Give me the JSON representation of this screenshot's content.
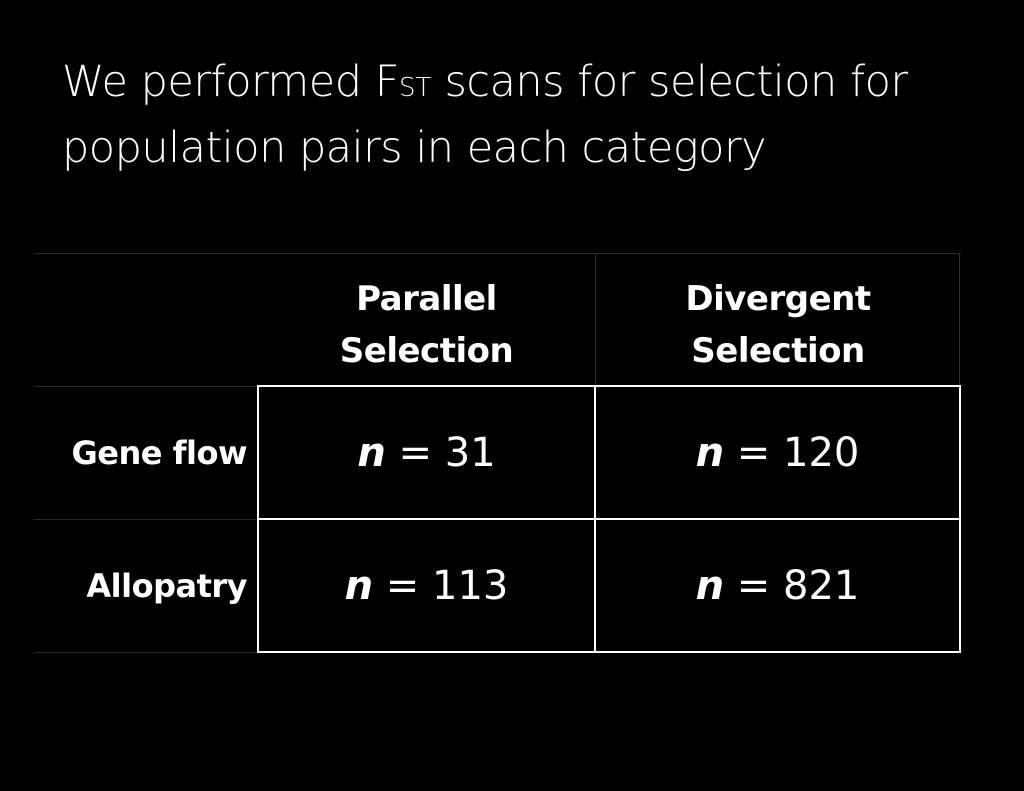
{
  "title": {
    "part1": "We performed F",
    "subscript": "ST",
    "part2": " scans for selection for population pairs in each category"
  },
  "table": {
    "columns": [
      {
        "line1": "Parallel",
        "line2": "Selection"
      },
      {
        "line1": "Divergent",
        "line2": "Selection"
      }
    ],
    "rows": [
      {
        "label": "Gene flow",
        "cells": [
          {
            "var": "n",
            "eq": " = ",
            "value": "31"
          },
          {
            "var": "n",
            "eq": " = ",
            "value": "120"
          }
        ]
      },
      {
        "label": "Allopatry",
        "cells": [
          {
            "var": "n",
            "eq": " = ",
            "value": "113"
          },
          {
            "var": "n",
            "eq": " = ",
            "value": "821"
          }
        ]
      }
    ]
  },
  "colors": {
    "background": "#000000",
    "text": "#ffffff",
    "grid_faint": "#2a2a2a",
    "grid_strong": "#ffffff"
  }
}
